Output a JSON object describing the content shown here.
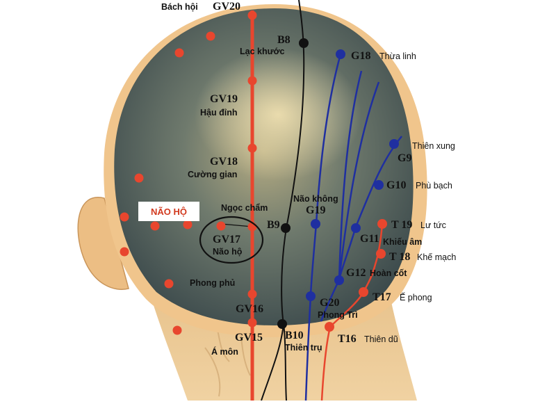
{
  "colors": {
    "background": "#ffffff",
    "skin": "#f2c98e",
    "hair_dark": "#4a5a5a",
    "governing_vessel_line": "#e8462e",
    "bladder_line": "#111111",
    "gallbladder_line": "#1f2fa0",
    "triple_burner_line": "#e8462e",
    "callout_background": "#ffffff",
    "callout_text": "#d23a1f"
  },
  "callout": {
    "label": "NÃO HỘ"
  },
  "labels": {
    "gv20_name": "Bách hội",
    "gv20_code": "GV20",
    "b8_code": "B8",
    "b8_name": "Lạc khước",
    "g18_code": "G18",
    "g18_name": "Thừa linh",
    "gv19_code": "GV19",
    "gv19_name": "Hậu đỉnh",
    "g9_name": "Thiên xung",
    "g9_code": "G9",
    "gv18_code": "GV18",
    "gv18_name": "Cường gian",
    "g10_code": "G10",
    "g10_name": "Phù bạch",
    "g19_name": "Não không",
    "g19_code": "G19",
    "ngoc_cham": "Ngọc chẩm",
    "b9_code": "B9",
    "t19_code": "T 19",
    "t19_name": "Lư tức",
    "gv17_code": "GV17",
    "gv17_name": "Não hộ",
    "g11_code": "G11",
    "g11_name": "Khiếu âm",
    "t18_code": "T 18",
    "t18_name": "Khế mạch",
    "g12_code": "G12",
    "g12_name": "Hoàn cốt",
    "phong_phu": "Phong phủ",
    "t17_code": "T17",
    "t17_name": "Ế phong",
    "gv16_code": "GV16",
    "g20_code": "G20",
    "g20_name": "Phong Trì",
    "b10_code": "B10",
    "b10_name": "Thiên trụ",
    "gv15_code": "GV15",
    "gv15_name": "Á môn",
    "t16_code": "T16",
    "t16_name": "Thiên dũ"
  }
}
